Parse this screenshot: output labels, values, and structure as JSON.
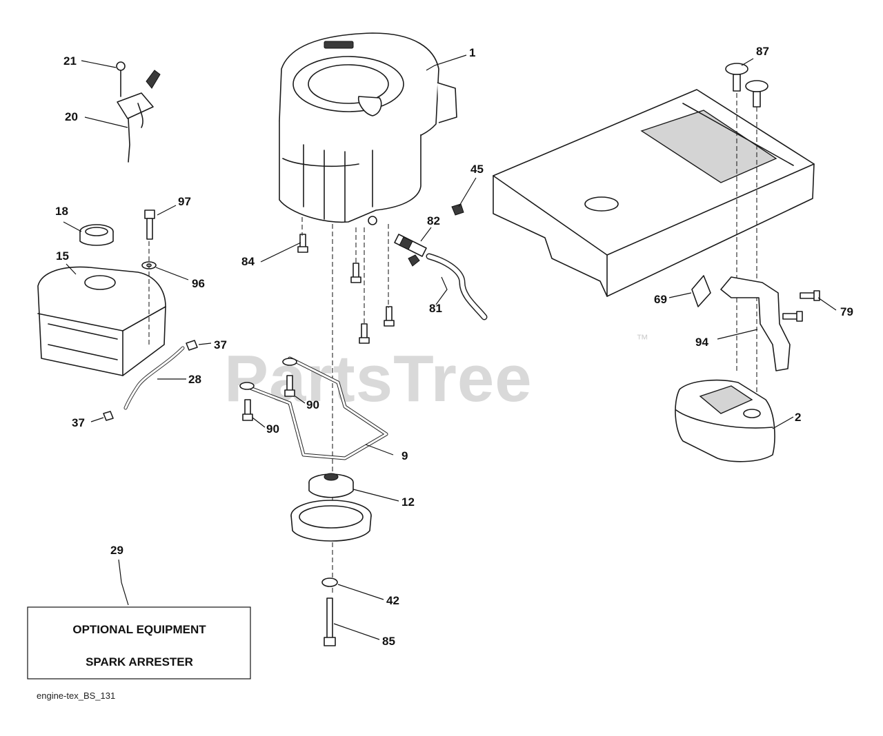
{
  "watermark": {
    "text": "PartsTree",
    "trademark": "™"
  },
  "callouts": [
    "1",
    "21",
    "20",
    "87",
    "45",
    "82",
    "18",
    "97",
    "15",
    "84",
    "96",
    "81",
    "69",
    "79",
    "94",
    "37",
    "28",
    "90",
    "9",
    "2",
    "12",
    "29",
    "42",
    "85"
  ],
  "note_box": {
    "line1": "OPTIONAL EQUIPMENT",
    "line2": "SPARK ARRESTER"
  },
  "drawing_code": "engine-tex_BS_131"
}
